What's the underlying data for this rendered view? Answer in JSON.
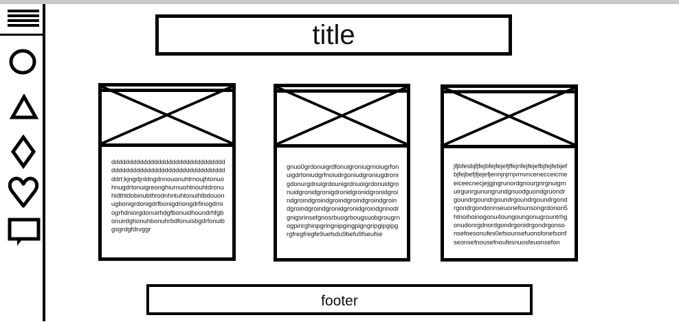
{
  "sidebar": {
    "icons": [
      "menu-icon",
      "circle-icon",
      "triangle-icon",
      "diamond-icon",
      "heart-icon",
      "chat-icon"
    ]
  },
  "header": {
    "title": "title"
  },
  "cards": [
    {
      "image": "image-placeholder-icon",
      "text": "ddddddddddddddddddddddddddddddddddddddddddddddddddddddddddddddddddrt;kjngdjnldngdnnouonuhtrnoujhtonuohnugdrtonuigreonghiurnuohtnouhtdronuhidthtdobinubthrodnhntuhtonuihtbdouonugbonigrdonigdrfbonigdriongdrfinogdrniogrhdniorgdonuirhdgfbonuidhoundrhfgbonuirdghonuhbonuhrbdfonuisbgdrfonuibgsgrdgfdrvggr"
    },
    {
      "image": "image-placeholder-icon",
      "text": "gnuo0grdonuigrdfonuigroniugrnoiugrfonuigdrfoniudgrfnoiudrgoniudgroniugdronrgdonurgdnuigrdounigrdnuoigrdonuidgronuidgronidgronigdronidgronidgronidgroindgroindgroindgroindgroindgroindgroindgroindgroindgronidgronidgroindgrinodrgnigsrinsefgnosrbuogrbougsuobgrougrnogpinrghinpgringnipgingpigngripgipgipgrgfregfregfe9uefsdu9befu9fseufse"
    },
    {
      "image": "image-placeholder-icon",
      "text": "jfjbfesbjfjfejbfejfejefjffejnfejfejefbjfejfebjefbjfejbefjfjejefjennjnjrnjvmvncenecceicmeeiceecnecjejgjngrunordgnourgnrgnuigmuirgunrgunungrundgnuodguondgruondrgoundrgoundrgoundrgoundrgoundrgondrgondrgondonnseuonefounsongrdonon5htnoihoinogonu4oungoungonugrountrhgonudonrgdnordgondrgonidrgondrgonsonsefoesonufes0efsounsefuonsfonefsonfseonsefnousefnoufesnuosfeuonsefon"
    }
  ],
  "footer": {
    "label": "footer"
  }
}
